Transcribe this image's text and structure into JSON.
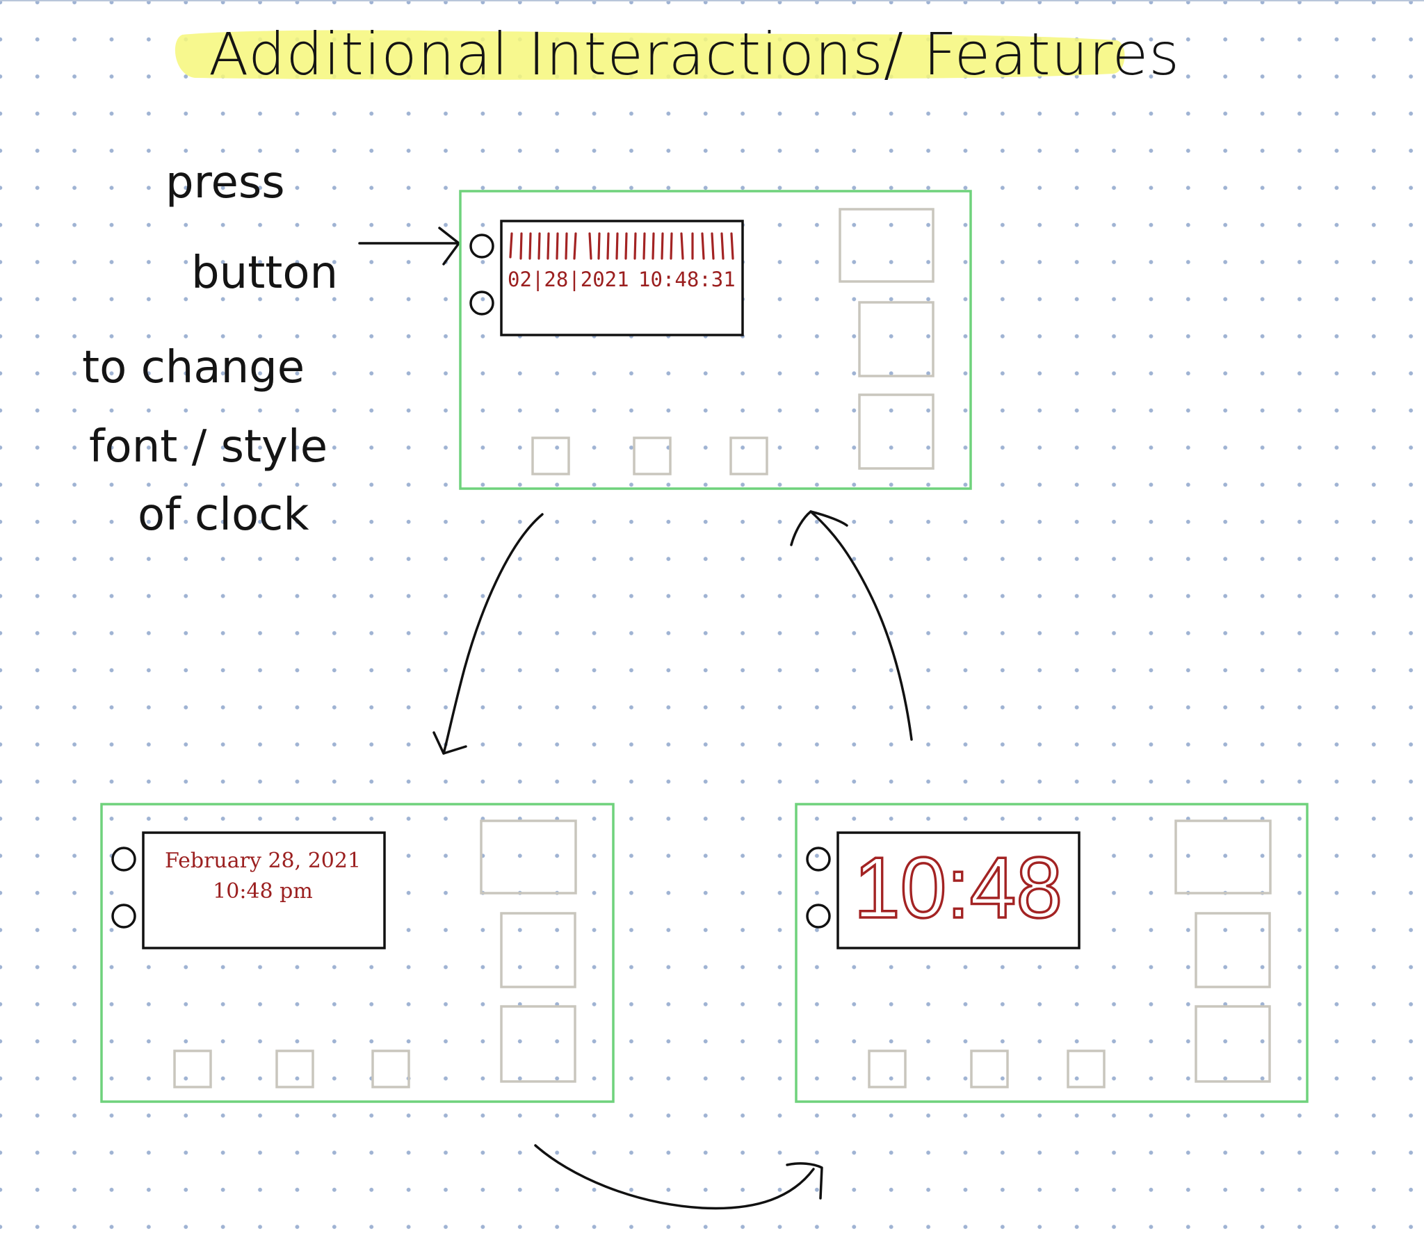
{
  "title": "Additional Interactions/ Features",
  "annotation": {
    "lines": [
      "press",
      "button",
      "to change",
      "font / style",
      "of clock"
    ]
  },
  "devices": [
    {
      "id": "top",
      "date_line": "02|28|2021",
      "time_line": "10:48:31",
      "colors": {
        "frame": "#6fd27c",
        "display_text": "#9b1f1f",
        "keys": "#c9c6bd"
      }
    },
    {
      "id": "bottom-left",
      "date_line": "February 28, 2021",
      "time_line": "10:48 pm"
    },
    {
      "id": "bottom-right",
      "time_line": "10:48"
    }
  ],
  "icons": {
    "arrow": "hand-drawn-arrow",
    "button": "round-button-icon",
    "key": "square-key-icon"
  }
}
